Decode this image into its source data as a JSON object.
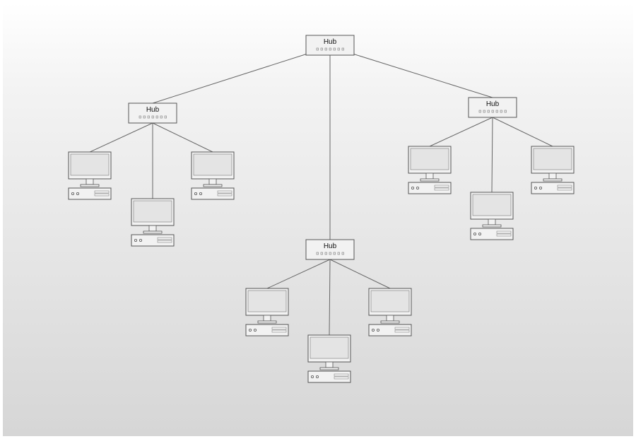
{
  "diagram": {
    "colors": {
      "stroke": "#555555",
      "line": "#666666",
      "device_fill": "#f2f2f2",
      "screen_fill": "#e4e4e4"
    },
    "hubs": [
      {
        "id": "hub-root",
        "label": "Hub",
        "icon": "network-hub-icon"
      },
      {
        "id": "hub-left",
        "label": "Hub",
        "icon": "network-hub-icon"
      },
      {
        "id": "hub-right",
        "label": "Hub",
        "icon": "network-hub-icon"
      },
      {
        "id": "hub-center",
        "label": "Hub",
        "icon": "network-hub-icon"
      }
    ],
    "computers": [
      {
        "id": "pc-left-1",
        "hub": "hub-left",
        "icon": "desktop-computer-icon"
      },
      {
        "id": "pc-left-2",
        "hub": "hub-left",
        "icon": "desktop-computer-icon"
      },
      {
        "id": "pc-left-3",
        "hub": "hub-left",
        "icon": "desktop-computer-icon"
      },
      {
        "id": "pc-right-1",
        "hub": "hub-right",
        "icon": "desktop-computer-icon"
      },
      {
        "id": "pc-right-2",
        "hub": "hub-right",
        "icon": "desktop-computer-icon"
      },
      {
        "id": "pc-right-3",
        "hub": "hub-right",
        "icon": "desktop-computer-icon"
      },
      {
        "id": "pc-center-1",
        "hub": "hub-center",
        "icon": "desktop-computer-icon"
      },
      {
        "id": "pc-center-2",
        "hub": "hub-center",
        "icon": "desktop-computer-icon"
      },
      {
        "id": "pc-center-3",
        "hub": "hub-center",
        "icon": "desktop-computer-icon"
      }
    ],
    "links": [
      [
        "hub-root",
        "hub-left"
      ],
      [
        "hub-root",
        "hub-right"
      ],
      [
        "hub-root",
        "hub-center"
      ],
      [
        "hub-left",
        "pc-left-1"
      ],
      [
        "hub-left",
        "pc-left-2"
      ],
      [
        "hub-left",
        "pc-left-3"
      ],
      [
        "hub-right",
        "pc-right-1"
      ],
      [
        "hub-right",
        "pc-right-2"
      ],
      [
        "hub-right",
        "pc-right-3"
      ],
      [
        "hub-center",
        "pc-center-1"
      ],
      [
        "hub-center",
        "pc-center-2"
      ],
      [
        "hub-center",
        "pc-center-3"
      ]
    ]
  }
}
